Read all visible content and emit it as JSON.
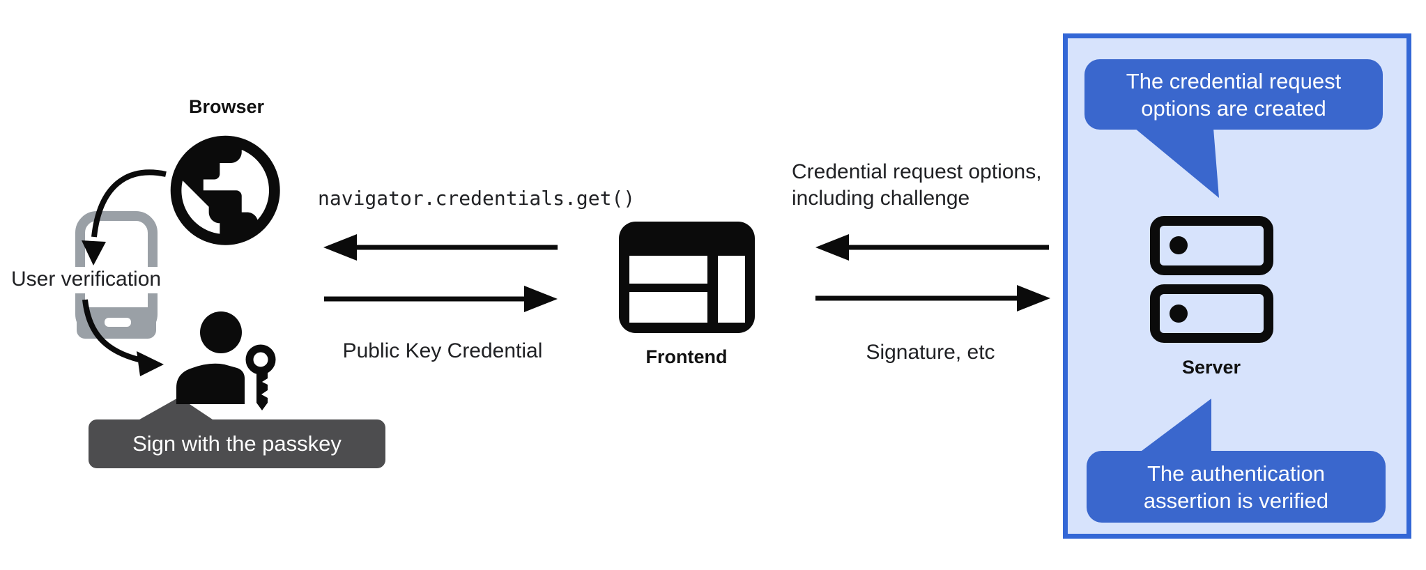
{
  "colors": {
    "bubble-blue": "#3a67cd",
    "panel-fill": "#d7e3fc",
    "panel-border": "#3367d6",
    "phone-gray": "#9aa0a6",
    "callout-gray": "#4d4d4f",
    "ink": "#202124",
    "icon-black": "#0b0b0b"
  },
  "labels": {
    "browser": "Browser",
    "user_verification": "User verification",
    "sign_with_passkey": "Sign with the passkey",
    "code_call": "navigator.credentials.get()",
    "public_key_credential": "Public Key Credential",
    "frontend": "Frontend",
    "credential_request_line1": "Credential request options,",
    "credential_request_line2": "including challenge",
    "signature": "Signature, etc",
    "server": "Server",
    "bubble_top_line1": "The credential request",
    "bubble_top_line2": "options are created",
    "bubble_bottom_line1": "The authentication",
    "bubble_bottom_line2": "assertion is verified"
  },
  "icons": {
    "browser": "globe-icon",
    "authenticator": "smartphone-icon",
    "user": "person-icon",
    "passkey": "key-icon",
    "frontend": "browser-window-icon",
    "server": "server-stack-icon"
  }
}
